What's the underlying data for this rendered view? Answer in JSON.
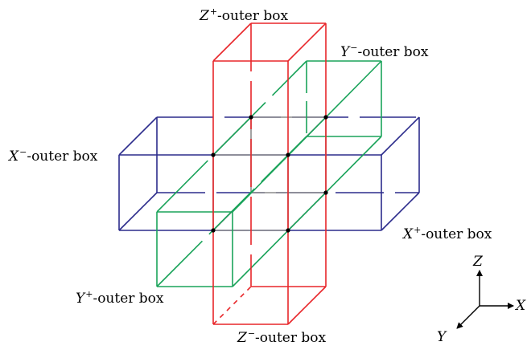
{
  "labels": {
    "z_plus": {
      "axis": "Z",
      "sign": "+",
      "suffix": "-outer box"
    },
    "y_minus": {
      "axis": "Y",
      "sign": "−",
      "suffix": "-outer box"
    },
    "x_minus": {
      "axis": "X",
      "sign": "−",
      "suffix": "-outer box"
    },
    "x_plus": {
      "axis": "X",
      "sign": "+",
      "suffix": "-outer box"
    },
    "y_plus": {
      "axis": "Y",
      "sign": "+",
      "suffix": "-outer box"
    },
    "z_minus": {
      "axis": "Z",
      "sign": "−",
      "suffix": "-outer box"
    }
  },
  "axes": {
    "z": "Z",
    "x": "X",
    "y": "Y"
  },
  "colors": {
    "z_box": "#e8262a",
    "y_box": "#1aa35a",
    "x_box": "#2c2c8c",
    "inner": "#8c8c8c",
    "axis": "#000000"
  }
}
